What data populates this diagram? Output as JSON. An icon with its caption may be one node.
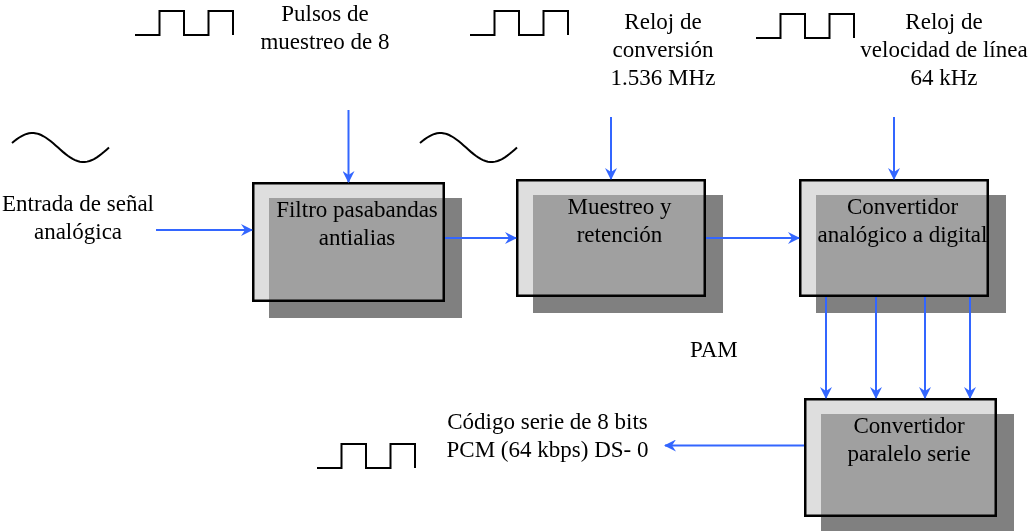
{
  "diagram": {
    "nodes": [
      {
        "text": [
          "Pulsos de muestreo de 8"
        ]
      },
      {
        "text": [
          "Reloj de conversión 1.536 MHz"
        ]
      },
      {
        "text": [
          "Reloj de velocidad de línea 64 kHz"
        ]
      },
      {
        "text": [
          "Entrada de señal analógica"
        ]
      },
      {
        "text": [
          "Filtro pasabandas antialias"
        ]
      },
      {
        "text": [
          "Muestreo y retención"
        ]
      },
      {
        "text": [
          "Convertidor analógico a digital"
        ]
      },
      {
        "text": [
          "Convertidor paralelo serie"
        ]
      },
      {
        "text": [
          "Código serie de 8 bits PCM (64 kbps) DS- 0"
        ]
      }
    ],
    "edges": [
      {
        "from": 0,
        "to": 4,
        "arrow": "to"
      },
      {
        "from": 1,
        "to": 5,
        "arrow": "to"
      },
      {
        "from": 2,
        "to": 6,
        "arrow": "to"
      },
      {
        "from": 3,
        "to": 4,
        "arrow": "to"
      },
      {
        "from": 4,
        "to": 5,
        "arrow": "to"
      },
      {
        "from": 5,
        "to": 6,
        "arrow": "to"
      },
      {
        "from": 6,
        "to": 7,
        "arrow": "to"
      },
      {
        "from": 6,
        "to": 7,
        "arrow": "to"
      },
      {
        "from": 6,
        "to": 7,
        "arrow": "to"
      },
      {
        "from": 6,
        "to": 7,
        "arrow": "to"
      },
      {
        "from": 7,
        "to": 8,
        "arrow": "to"
      }
    ],
    "labels": [
      "PAM"
    ]
  }
}
